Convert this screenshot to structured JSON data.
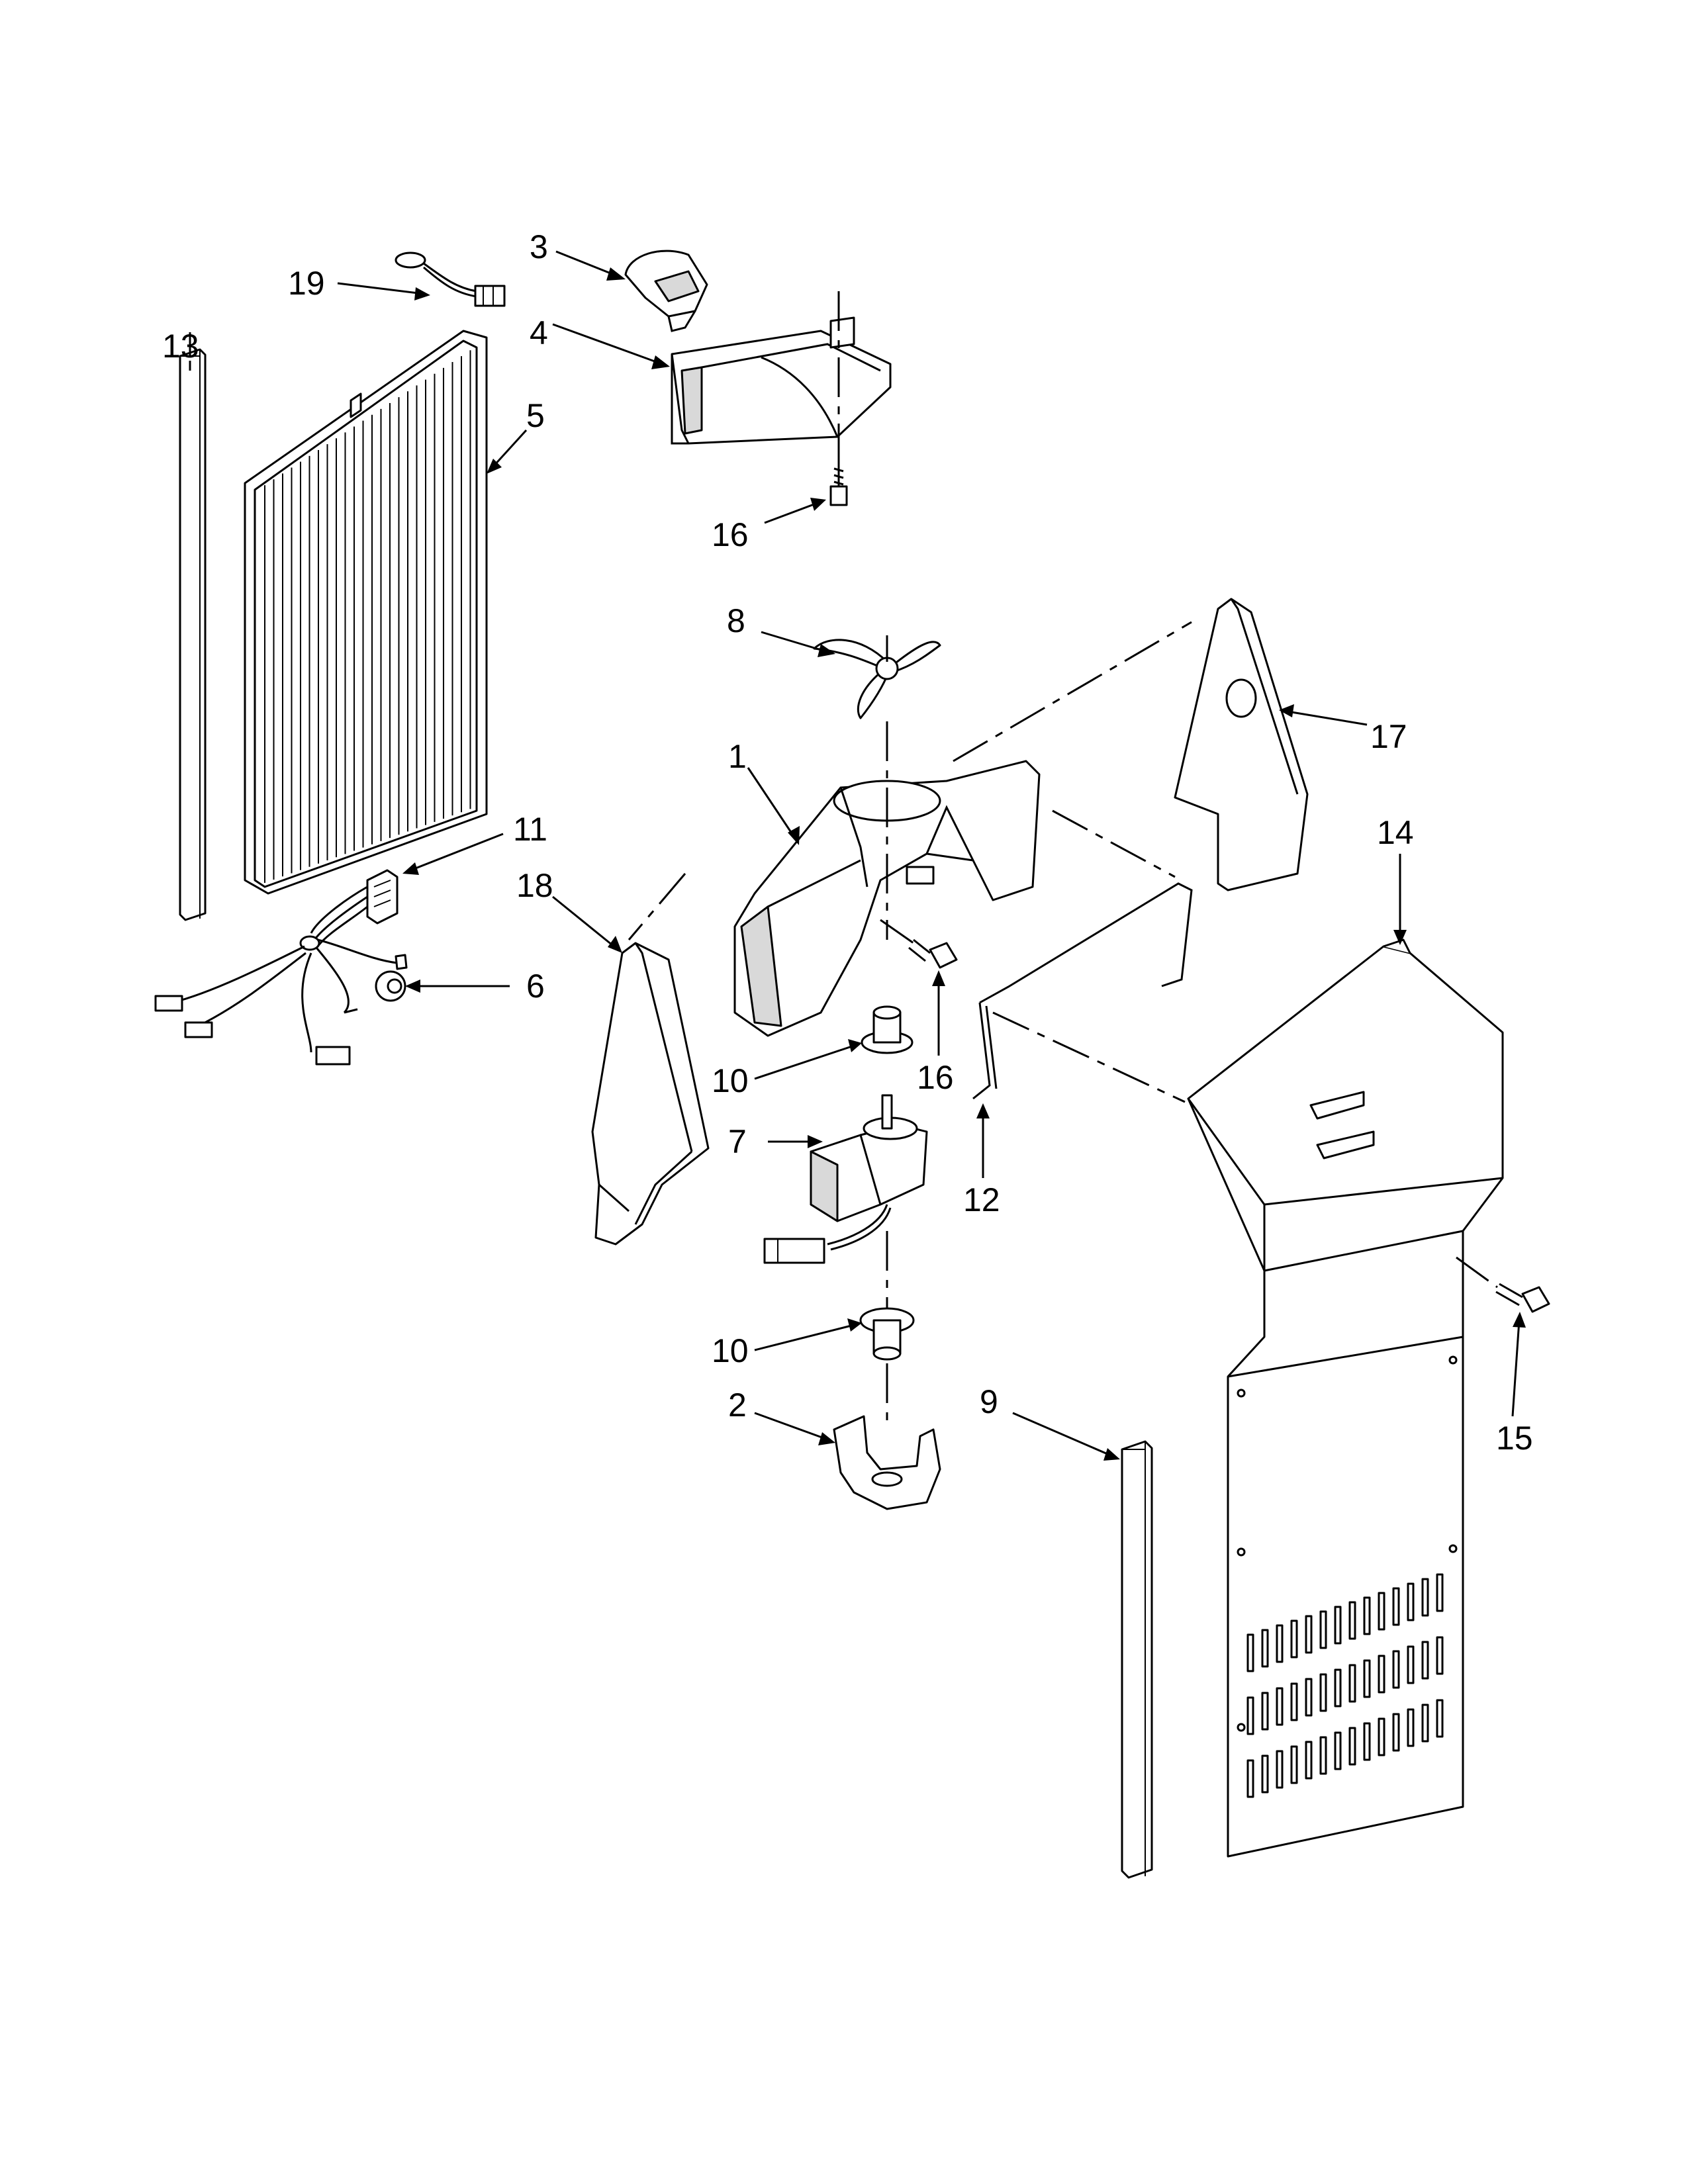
{
  "diagram": {
    "callouts": [
      {
        "id": "c1",
        "label": "1"
      },
      {
        "id": "c2",
        "label": "2"
      },
      {
        "id": "c3",
        "label": "3"
      },
      {
        "id": "c4",
        "label": "4"
      },
      {
        "id": "c5",
        "label": "5"
      },
      {
        "id": "c6",
        "label": "6"
      },
      {
        "id": "c7",
        "label": "7"
      },
      {
        "id": "c8",
        "label": "8"
      },
      {
        "id": "c9",
        "label": "9"
      },
      {
        "id": "c10a",
        "label": "10"
      },
      {
        "id": "c10b",
        "label": "10"
      },
      {
        "id": "c11",
        "label": "11"
      },
      {
        "id": "c12",
        "label": "12"
      },
      {
        "id": "c13",
        "label": "13"
      },
      {
        "id": "c14",
        "label": "14"
      },
      {
        "id": "c15",
        "label": "15"
      },
      {
        "id": "c16a",
        "label": "16"
      },
      {
        "id": "c16b",
        "label": "16"
      },
      {
        "id": "c17",
        "label": "17"
      },
      {
        "id": "c18",
        "label": "18"
      },
      {
        "id": "c19",
        "label": "19"
      }
    ]
  }
}
